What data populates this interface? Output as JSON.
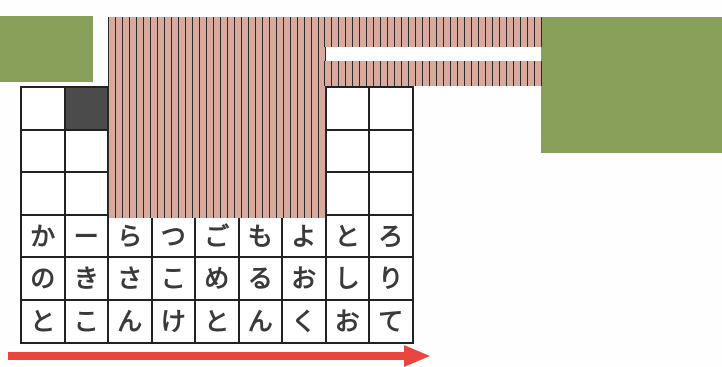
{
  "colors": {
    "green_block": "#88a05a",
    "striped_block": "#d9a99e",
    "stripe_line": "#2a2a2a",
    "grid_line": "#222222",
    "filled_cell": "#4b4b4b",
    "arrow": "#e8463e",
    "text": "#3a3a3a"
  },
  "puzzle": {
    "columns": 9,
    "rows": [
      [
        "",
        "■",
        "",
        "",
        "",
        "",
        "",
        "",
        ""
      ],
      [
        "",
        "",
        "",
        "",
        "",
        "",
        "",
        "",
        ""
      ],
      [
        "",
        "",
        "",
        "",
        "",
        "",
        "",
        "",
        ""
      ],
      [
        "か",
        "ー",
        "ら",
        "つ",
        "ご",
        "も",
        "よ",
        "と",
        "ろ"
      ],
      [
        "の",
        "き",
        "さ",
        "こ",
        "め",
        "る",
        "お",
        "し",
        "り"
      ],
      [
        "と",
        "こ",
        "ん",
        "け",
        "と",
        "ん",
        "く",
        "お",
        "て"
      ]
    ]
  },
  "arrow_direction": "right"
}
